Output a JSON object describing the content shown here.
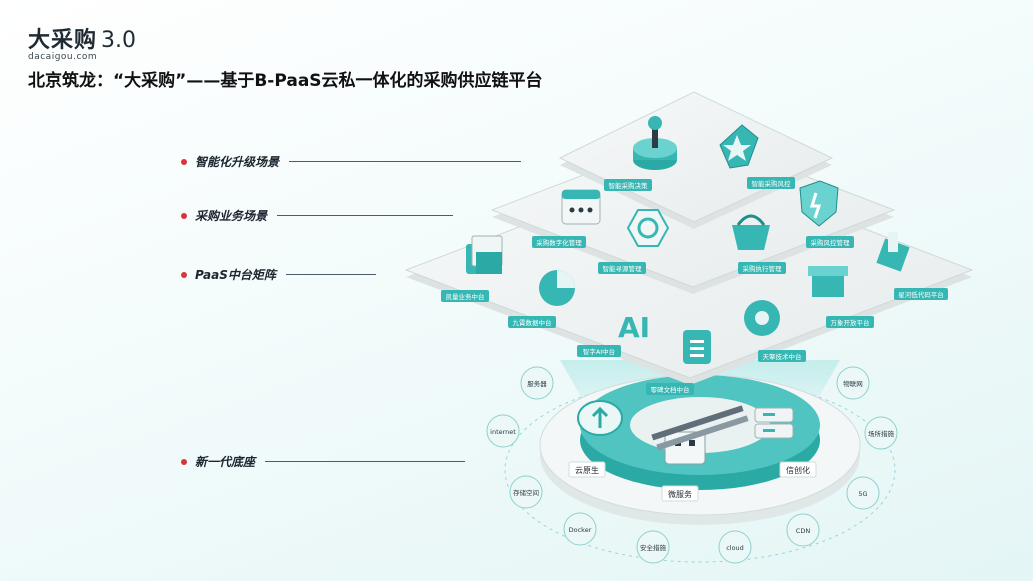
{
  "brand": {
    "name": "大采购",
    "version": "3.0",
    "domain": "dacaigou.com"
  },
  "title": "北京筑龙：“大采购”——基于B-PaaS云私一体化的采购供应链平台",
  "layers": [
    {
      "label": "智能化升级场景"
    },
    {
      "label": "采购业务场景"
    },
    {
      "label": "PaaS中台矩阵"
    },
    {
      "label": "新一代底座"
    }
  ],
  "modules": {
    "smart_decision": "智能采购决策",
    "smart_risk": "智能采购风控",
    "digital_mgmt": "采购数字化管理",
    "smart_tender": "智能寻源管理",
    "execution": "采购执行管理",
    "risk_mgmt": "采购风控管理",
    "data_center": "凯量业务中台",
    "data_platform": "九霄数据中台",
    "ai_center": "智字AI中台",
    "doc_center": "零碑文档中台",
    "tech_center": "天擎技术中台",
    "open_platform": "万象开放平台",
    "lowcode_platform": "星河低代码平台"
  },
  "base": {
    "cloud_native": "云原生",
    "microservice": "微服务",
    "xinchuang": "信创化"
  },
  "ring": [
    "服务器",
    "物联网",
    "internet",
    "场所措施",
    "存储空间",
    "5G",
    "Docker",
    "CDN",
    "安全措施",
    "cloud"
  ],
  "colors": {
    "teal": "#37b7b3",
    "teal_dark": "#1f8e8a",
    "accent_red": "#d9343b"
  }
}
